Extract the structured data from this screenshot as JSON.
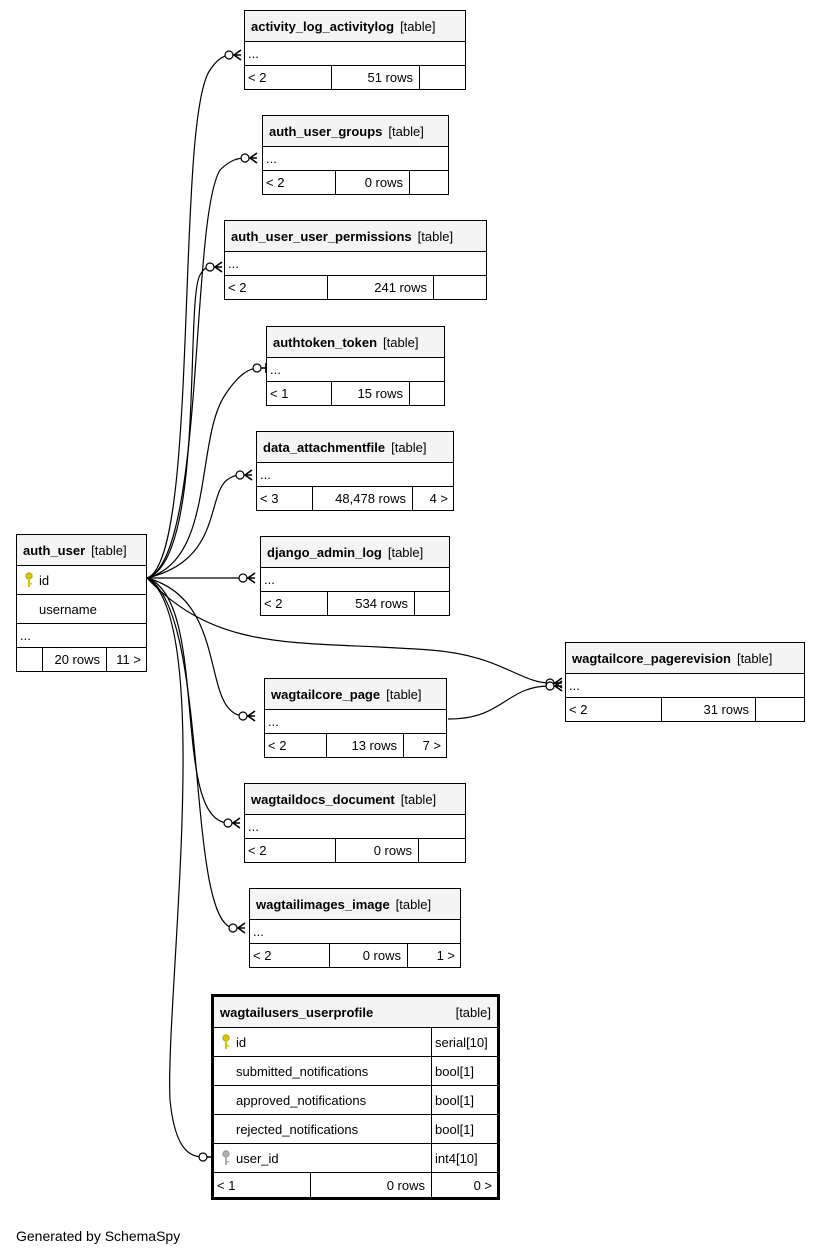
{
  "footer": "Generated by SchemaSpy",
  "colors": {
    "primary_key": "#d4c800",
    "foreign_key": "#b0b0b0",
    "header_bg": "#f4f4f4"
  },
  "auth_user": {
    "name": "auth_user",
    "kind": "[table]",
    "columns": [
      "id",
      "username"
    ],
    "ellipsis": "...",
    "rows": "20 rows",
    "children": "11 >"
  },
  "related_tables": [
    {
      "name": "activity_log_activitylog",
      "kind": "[table]",
      "ellipsis": "...",
      "parents": "< 2",
      "rows": "51 rows",
      "children": ""
    },
    {
      "name": "auth_user_groups",
      "kind": "[table]",
      "ellipsis": "...",
      "parents": "< 2",
      "rows": "0 rows",
      "children": ""
    },
    {
      "name": "auth_user_user_permissions",
      "kind": "[table]",
      "ellipsis": "...",
      "parents": "< 2",
      "rows": "241 rows",
      "children": ""
    },
    {
      "name": "authtoken_token",
      "kind": "[table]",
      "ellipsis": "...",
      "parents": "< 1",
      "rows": "15 rows",
      "children": ""
    },
    {
      "name": "data_attachmentfile",
      "kind": "[table]",
      "ellipsis": "...",
      "parents": "< 3",
      "rows": "48,478 rows",
      "children": "4 >"
    },
    {
      "name": "django_admin_log",
      "kind": "[table]",
      "ellipsis": "...",
      "parents": "< 2",
      "rows": "534 rows",
      "children": ""
    },
    {
      "name": "wagtailcore_page",
      "kind": "[table]",
      "ellipsis": "...",
      "parents": "< 2",
      "rows": "13 rows",
      "children": "7 >"
    },
    {
      "name": "wagtaildocs_document",
      "kind": "[table]",
      "ellipsis": "...",
      "parents": "< 2",
      "rows": "0 rows",
      "children": ""
    },
    {
      "name": "wagtailimages_image",
      "kind": "[table]",
      "ellipsis": "...",
      "parents": "< 2",
      "rows": "0 rows",
      "children": "1 >"
    },
    {
      "name": "wagtailcore_pagerevision",
      "kind": "[table]",
      "ellipsis": "...",
      "parents": "< 2",
      "rows": "31 rows",
      "children": ""
    }
  ],
  "userprofile": {
    "name": "wagtailusers_userprofile",
    "kind": "[table]",
    "columns": [
      {
        "name": "id",
        "type": "serial[10]",
        "key": "primary"
      },
      {
        "name": "submitted_notifications",
        "type": "bool[1]",
        "key": ""
      },
      {
        "name": "approved_notifications",
        "type": "bool[1]",
        "key": ""
      },
      {
        "name": "rejected_notifications",
        "type": "bool[1]",
        "key": ""
      },
      {
        "name": "user_id",
        "type": "int4[10]",
        "key": "foreign"
      }
    ],
    "parents": "< 1",
    "rows": "0 rows",
    "children": "0 >"
  }
}
